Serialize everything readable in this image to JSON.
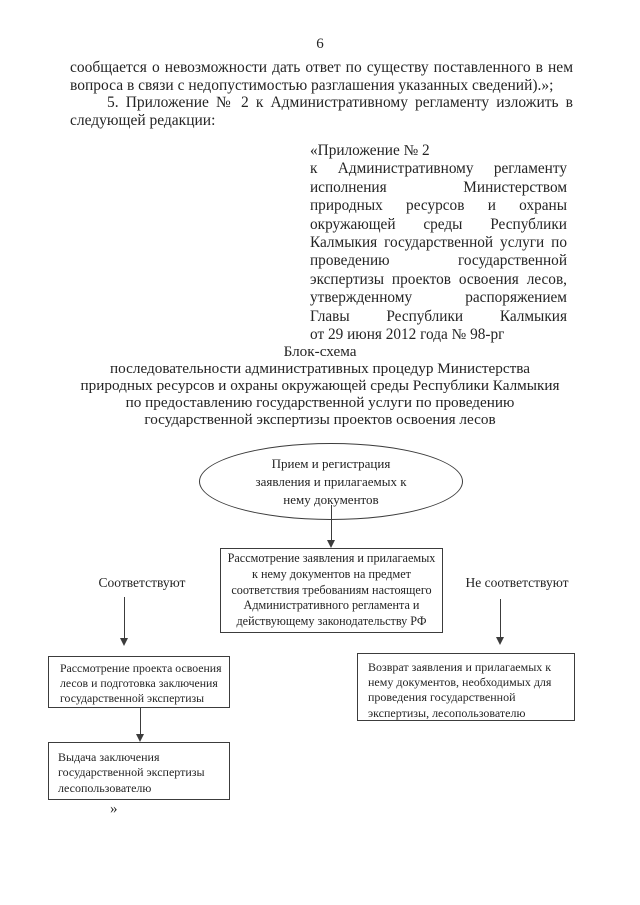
{
  "page_number": "6",
  "body": {
    "para_lines": [
      "сообщается о невозможности дать ответ по существу поставленного в нем",
      "вопроса в связи с недопустимостью разглашения указанных сведений).»;",
      "5. Приложение № 2 к Административному регламенту изложить в",
      "следующей редакции:"
    ],
    "appendix_lines": [
      "«Приложение № 2",
      "к Административному регламенту",
      "исполнения Министерством",
      "природных ресурсов и охраны",
      "окружающей среды Республики",
      "Калмыкия государственной услуги по",
      "проведению государственной",
      "экспертизы проектов освоения лесов,",
      "утвержденному распоряжением",
      "Главы Республики Калмыкия",
      "от 29 июня 2012 года № 98-рг"
    ],
    "scheme_title_lines": [
      "Блок-схема",
      "последовательности административных процедур Министерства",
      "природных ресурсов и охраны окружающей среды Республики Калмыкия",
      "по предоставлению государственной услуги по проведению",
      "государственной экспертизы проектов освоения лесов"
    ]
  },
  "flowchart": {
    "start_ellipse_lines": [
      "Прием и регистрация",
      "заявления и прилагаемых к",
      "нему документов"
    ],
    "review_box_lines": [
      "Рассмотрение заявления и прилагаемых",
      "к нему документов на предмет",
      "соответствия требованиям настоящего",
      "Административного регламента и",
      "действующему законодательству РФ"
    ],
    "branch_left_label": "Соответствуют",
    "branch_right_label": "Не соответствуют",
    "left_box_lines": [
      "Рассмотрение проекта освоения",
      "лесов и подготовка заключения",
      "государственной экспертизы"
    ],
    "right_box_lines": [
      "Возврат заявления и прилагаемых к",
      "нему документов, необходимых для",
      "проведения государственной",
      "экспертизы, лесопользователю"
    ],
    "bottom_box_lines": [
      "Выдача заключения",
      "государственной экспертизы",
      "лесопользователю"
    ]
  },
  "closing_quote": "»",
  "colors": {
    "ink": "#242424",
    "paper": "#ffffff",
    "line_color": "#3c3c3c"
  }
}
